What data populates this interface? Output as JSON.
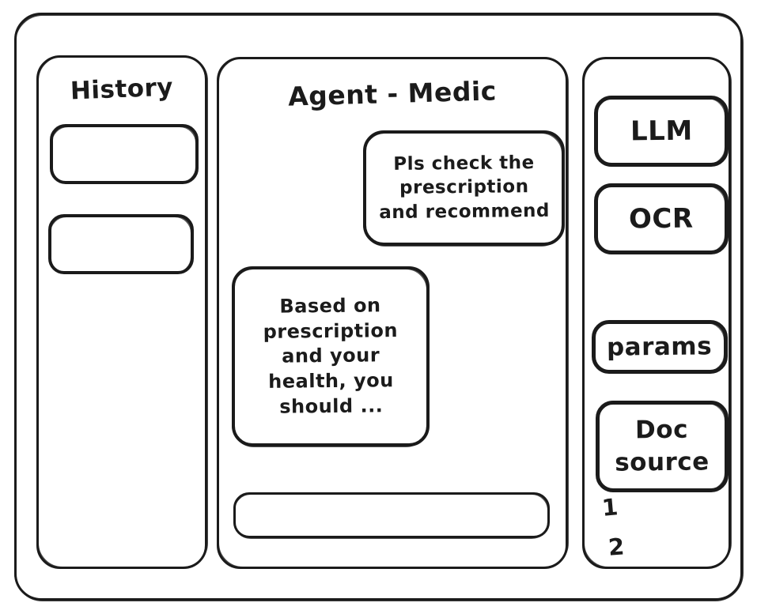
{
  "window": {
    "style": "hand-drawn-wireframe-sketch",
    "ink_color": "#1b1b1b",
    "background_color": "#ffffff"
  },
  "history_panel": {
    "title": "History",
    "items": [
      {
        "label": ""
      },
      {
        "label": ""
      }
    ]
  },
  "agent_panel": {
    "title": "Agent - Medic",
    "messages": [
      {
        "role": "user",
        "text": "Pls check the\nprescription\nand recommend"
      },
      {
        "role": "agent",
        "text": "Based on\nprescription\nand your\nhealth, you\nshould ..."
      }
    ],
    "composer": {
      "value": "",
      "placeholder": ""
    }
  },
  "tools_panel": {
    "buttons": [
      {
        "label": "LLM"
      },
      {
        "label": "OCR"
      },
      {
        "label": "params"
      },
      {
        "label": "Doc\nsource"
      }
    ],
    "doc_source_list": [
      {
        "index": "1"
      },
      {
        "index": "2"
      }
    ]
  }
}
